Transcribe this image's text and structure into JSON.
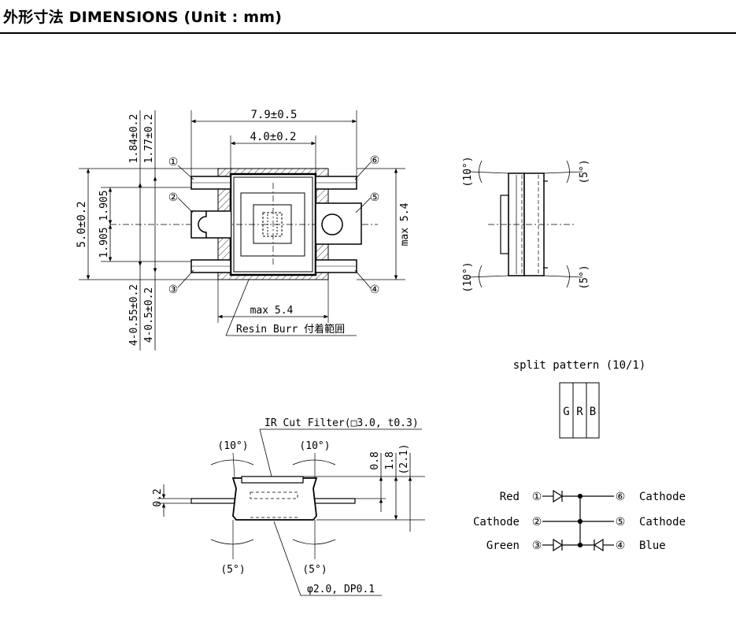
{
  "header": {
    "title": "外形寸法 DIMENSIONS (Unit : mm)"
  },
  "top_view": {
    "dim_width_outer": "7.9±0.5",
    "dim_width_inner": "4.0±0.2",
    "dim_height_left": "5.0±0.2",
    "dim_pitch_upper": "1.905",
    "dim_pitch_lower": "1.905",
    "dim_top_a": "1.84±0.2",
    "dim_top_b": "1.77±0.2",
    "dim_bottom_a": "4-0.55±0.2",
    "dim_bottom_b": "4-0.5±0.2",
    "dim_max_right": "max 5.4",
    "dim_max_bottom": "max 5.4",
    "resin_note": "Resin Burr 付着範囲",
    "pins": [
      "①",
      "②",
      "③",
      "④",
      "⑤",
      "⑥"
    ]
  },
  "side_view": {
    "angle_top_left": "(10°)",
    "angle_top_right": "(5°)",
    "angle_bottom_left": "(10°)",
    "angle_bottom_right": "(5°)"
  },
  "split_pattern": {
    "label": "split pattern (10/1)",
    "cells": [
      "G",
      "R",
      "B"
    ]
  },
  "front_view": {
    "filter_note": "IR Cut Filter(□3.0, t0.3)",
    "angle_top_left": "(10°)",
    "angle_top_right": "(10°)",
    "angle_bottom_left": "(5°)",
    "angle_bottom_right": "(5°)",
    "dim_left": "0.2",
    "dim_a": "0.8",
    "dim_b": "1.8",
    "dim_c": "(2.1)",
    "dp_note": "φ2.0, DP0.1"
  },
  "circuit": {
    "rows": [
      {
        "left_label": "Red",
        "left_pin": "①",
        "right_pin": "⑥",
        "right_label": "Cathode"
      },
      {
        "left_label": "Cathode",
        "left_pin": "②",
        "right_pin": "⑤",
        "right_label": "Cathode"
      },
      {
        "left_label": "Green",
        "left_pin": "③",
        "right_pin": "④",
        "right_label": "Blue"
      }
    ]
  }
}
